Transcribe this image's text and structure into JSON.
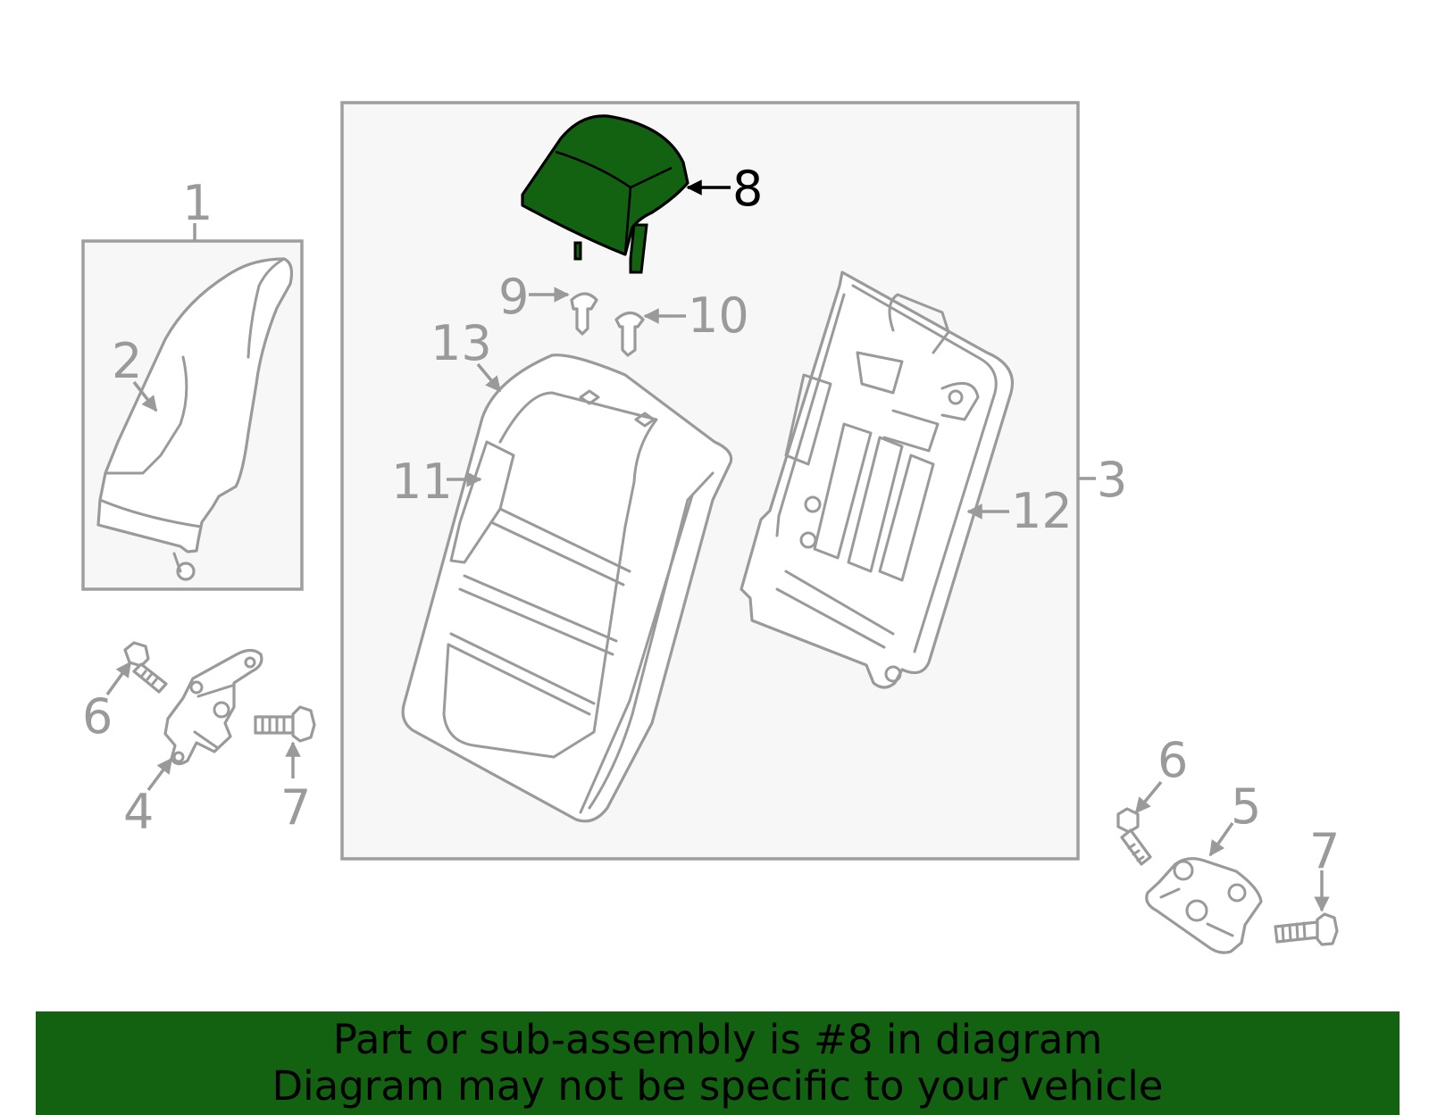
{
  "highlight_color": "#136212",
  "highlighted_part": "8",
  "callouts": {
    "c1": "1",
    "c2": "2",
    "c3": "3",
    "c4": "4",
    "c5": "5",
    "c6a": "6",
    "c6b": "6",
    "c7a": "7",
    "c7b": "7",
    "c8": "8",
    "c9": "9",
    "c10": "10",
    "c11": "11",
    "c12": "12",
    "c13": "13"
  },
  "banner": {
    "line1": "Part or sub-assembly is #8 in diagram",
    "line2": "Diagram may not be specific to your vehicle"
  }
}
